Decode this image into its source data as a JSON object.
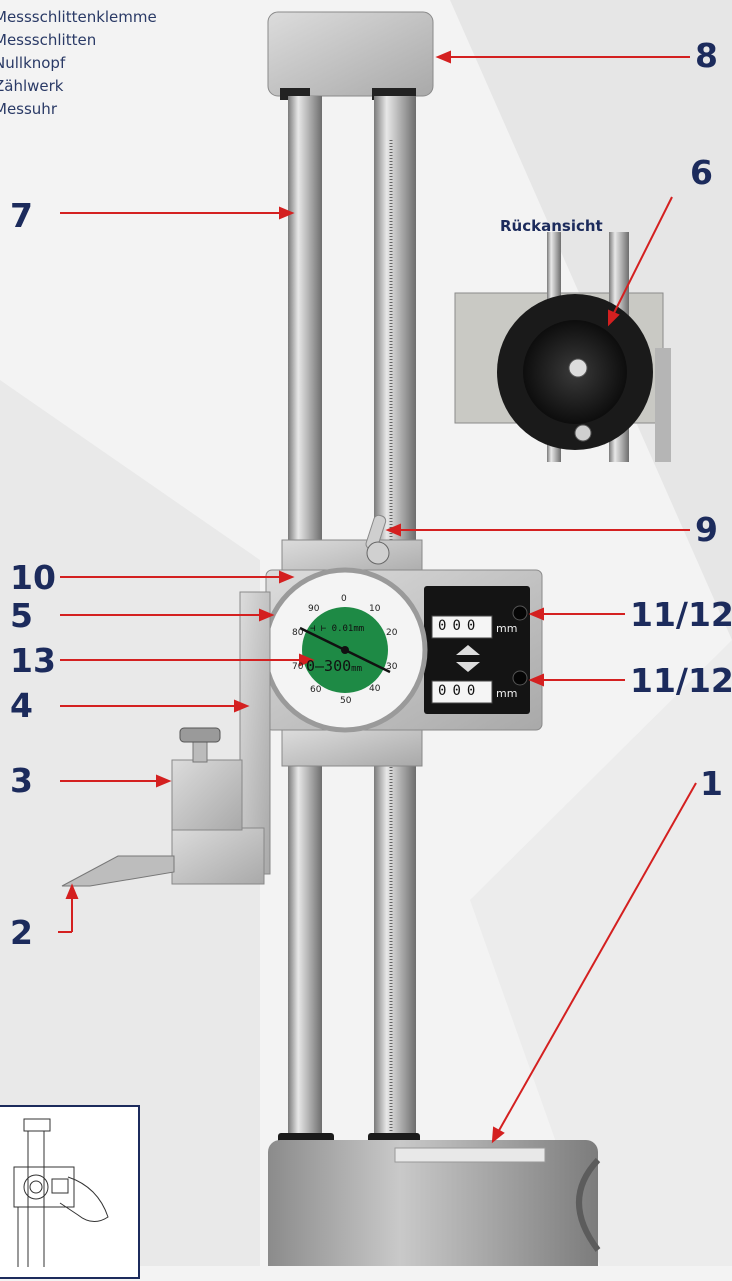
{
  "legend": [
    "Messschlittenklemme",
    "Messschlitten",
    "Nullknopf",
    "Zählwerk",
    "Messuhr"
  ],
  "rear_view_label": "Rückansicht",
  "callouts": {
    "c1": "1",
    "c2": "2",
    "c3": "3",
    "c4": "4",
    "c5": "5",
    "c6": "6",
    "c7": "7",
    "c8": "8",
    "c9": "9",
    "c10": "10",
    "c11a": "11/12",
    "c11b": "11/12",
    "c13": "13"
  },
  "dial": {
    "resolution": "⊣ ⊢ 0.01mm",
    "range": "0–300",
    "range_unit": "mm",
    "scale_labels": [
      "0",
      "10",
      "20",
      "30",
      "40",
      "50",
      "60",
      "70",
      "80",
      "90"
    ]
  },
  "counter": {
    "upper_digits": [
      "0",
      "0",
      "0"
    ],
    "upper_unit": "mm",
    "lower_digits": [
      "0",
      "0",
      "0"
    ],
    "lower_unit": "mm"
  },
  "colors": {
    "arrow": "#d42020",
    "callout_text": "#1c2b5c",
    "dial_green": "#1e8a45"
  }
}
